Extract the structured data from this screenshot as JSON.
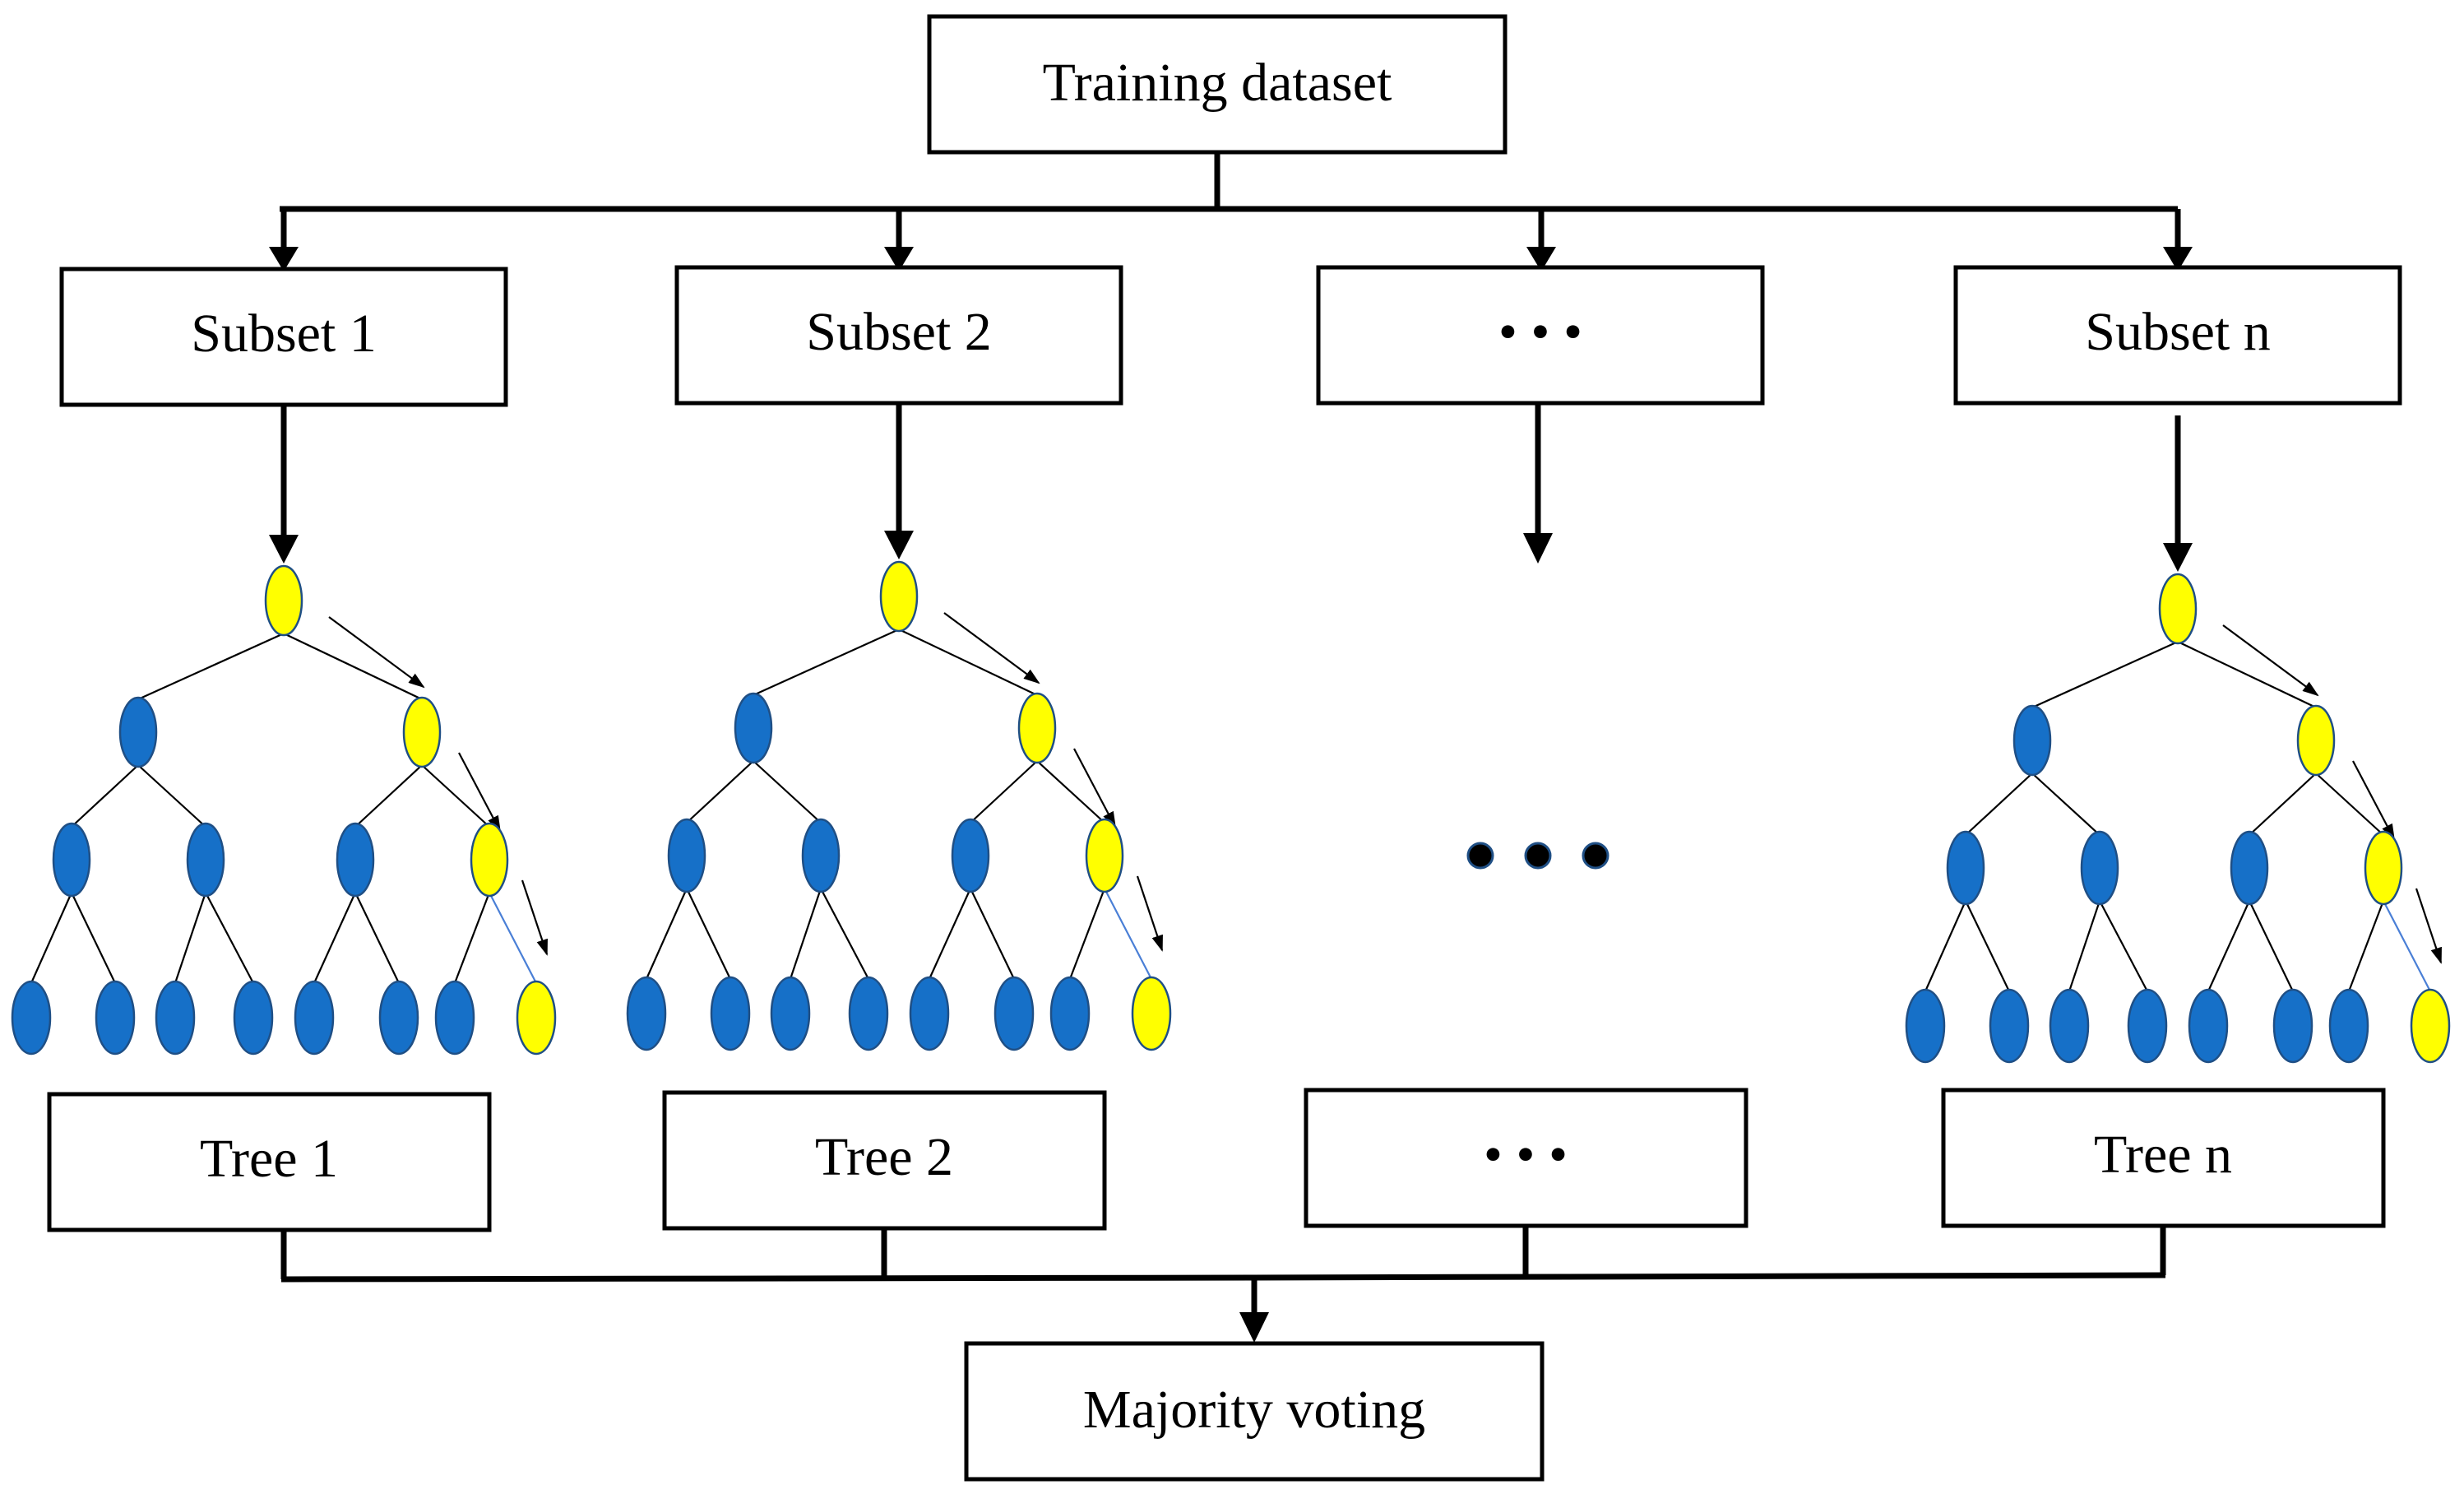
{
  "diagram": {
    "colors": {
      "line": "#000000",
      "node_default": "#1670c8",
      "node_path": "#ffff00",
      "node_outline": "#1f4f85",
      "path_edge": "#4a7fd6"
    },
    "source": {
      "label": "Training dataset"
    },
    "subsets": [
      {
        "label": "Subset 1"
      },
      {
        "label": "Subset 2"
      },
      {
        "label": "• • •"
      },
      {
        "label": "Subset n"
      }
    ],
    "trees": [
      {
        "label": "Tree 1",
        "shows_tree": true
      },
      {
        "label": "Tree 2",
        "shows_tree": true
      },
      {
        "label": "• • •",
        "shows_tree": false
      },
      {
        "label": "Tree n",
        "shows_tree": true
      }
    ],
    "aggregator": {
      "label": "Majority voting"
    }
  }
}
